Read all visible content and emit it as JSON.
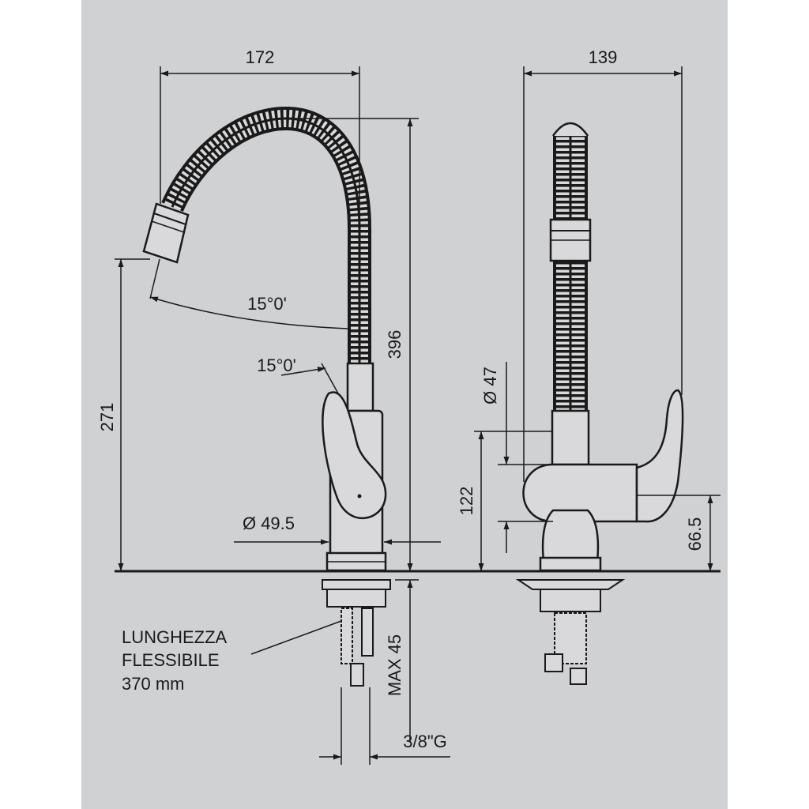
{
  "colors": {
    "page": "#ffffff",
    "panel": "#d0d1d3",
    "line": "#1a1a1a",
    "body": "#d9d9db"
  },
  "side_view": {
    "width_label": "172",
    "height_label": "396",
    "nozzle_height_label": "271",
    "spray_angle_label": "15°0'",
    "handle_angle_label": "15°0'",
    "base_diameter_label": "Ø 49.5",
    "max_thickness_label": "MAX 45",
    "thread_label": "3/8\"G",
    "hose_note_lines": [
      "LUNGHEZZA",
      "FLESSIBILE",
      "370 mm"
    ]
  },
  "front_view": {
    "width_label": "139",
    "diameter_label": "Ø 47",
    "body_height_label": "122",
    "spout_height_label": "66.5"
  }
}
